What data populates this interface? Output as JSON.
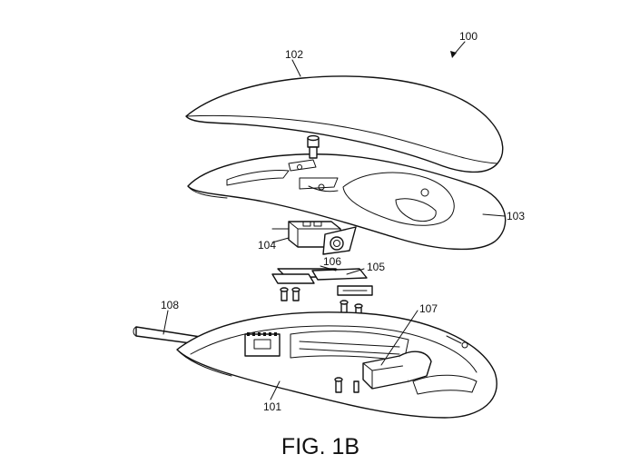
{
  "figure": {
    "caption": "FIG. 1B",
    "labels": {
      "assembly": "100",
      "top_shell": "102",
      "internal_frame": "103",
      "switch": "104",
      "plate": "105",
      "gasket": "106",
      "sensor": "107",
      "cable": "108",
      "base": "101"
    }
  }
}
